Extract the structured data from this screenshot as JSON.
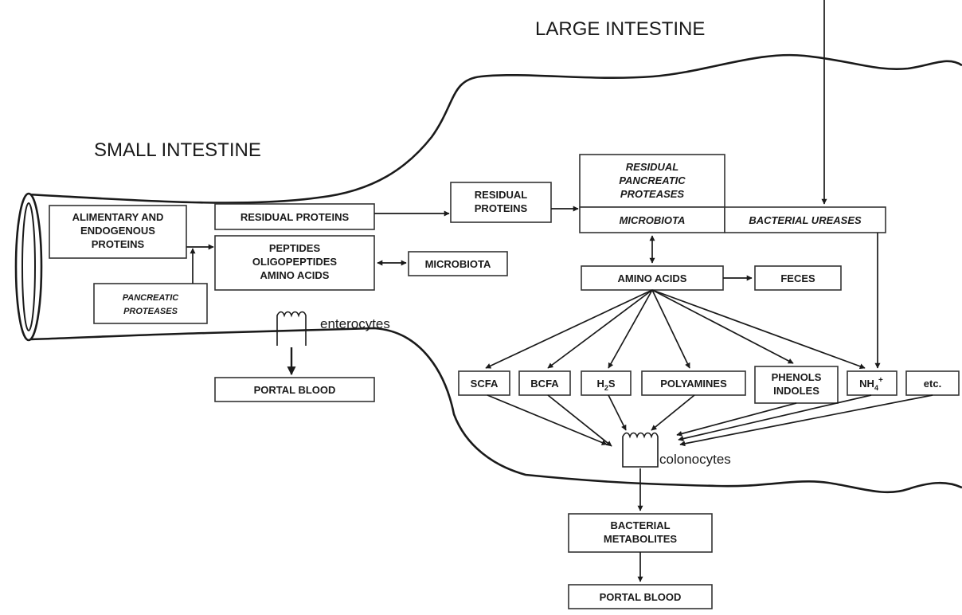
{
  "titles": {
    "large_intestine": "LARGE INTESTINE",
    "small_intestine": "SMALL INTESTINE"
  },
  "small_intestine": {
    "alimentary_proteins": [
      "ALIMENTARY AND",
      "ENDOGENOUS",
      "PROTEINS"
    ],
    "pancreatic_proteases": [
      "PANCREATIC",
      "PROTEASES"
    ],
    "residual_proteins": "RESIDUAL PROTEINS",
    "peptides": [
      "PEPTIDES",
      "OLIGOPEPTIDES",
      "AMINO ACIDS"
    ],
    "microbiota": "MICROBIOTA",
    "enterocytes": "enterocytes",
    "portal_blood": "PORTAL BLOOD"
  },
  "large_intestine": {
    "residual_proteins": [
      "RESIDUAL",
      "PROTEINS"
    ],
    "residual_pancreatic_proteases": [
      "RESIDUAL",
      "PANCREATIC",
      "PROTEASES"
    ],
    "microbiota": "MICROBIOTA",
    "bacterial_ureases": "BACTERIAL UREASES",
    "amino_acids": "AMINO ACIDS",
    "feces": "FECES",
    "products": {
      "scfa": "SCFA",
      "bcfa": "BCFA",
      "h2s_base": "H",
      "h2s_sub": "2",
      "h2s_tail": "S",
      "polyamines": "POLYAMINES",
      "phenols": [
        "PHENOLS",
        "INDOLES"
      ],
      "nh4_base": "NH",
      "nh4_sub": "4",
      "nh4_sup": "+",
      "etc": "etc."
    },
    "colonocytes": "colonocytes",
    "bacterial_metabolites": [
      "BACTERIAL",
      "METABOLITES"
    ],
    "portal_blood": "PORTAL BLOOD"
  }
}
